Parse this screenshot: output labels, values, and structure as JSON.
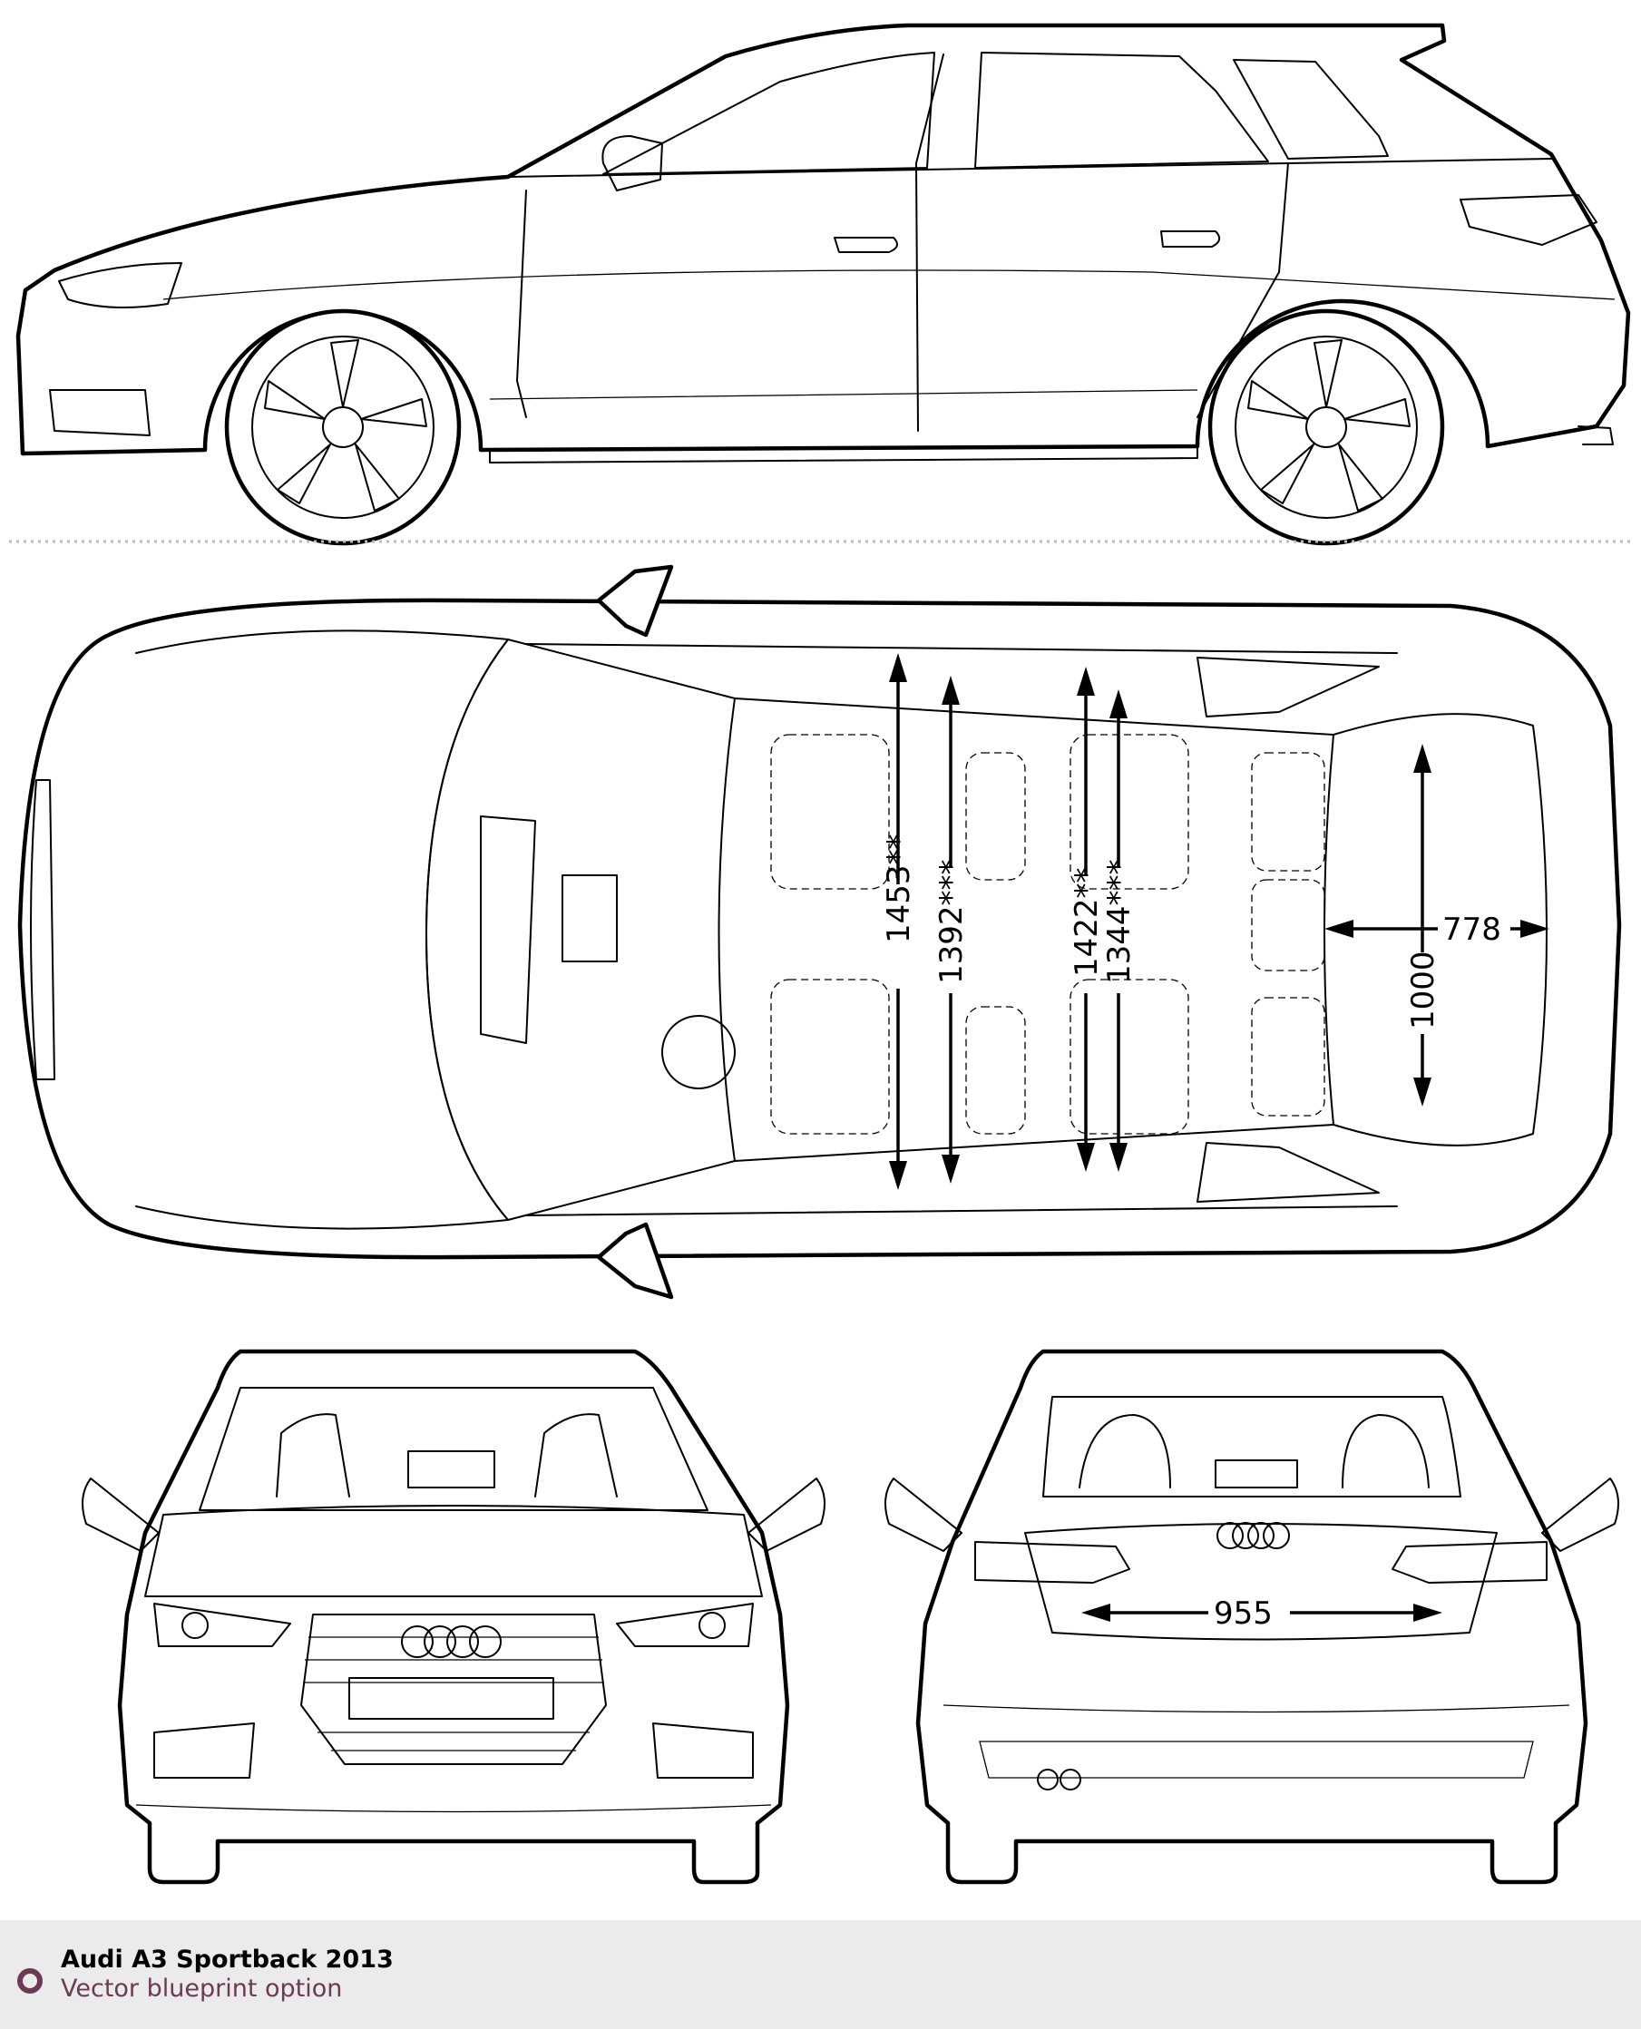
{
  "footer": {
    "title": "Audi A3 Sportback 2013",
    "subtitle": "Vector blueprint option",
    "accent_color": "#6b3a55",
    "icon": "ring-bullet-icon"
  },
  "dimensions": {
    "front_shoulder_width": "1453**",
    "front_hip_width": "1392***",
    "rear_shoulder_width": "1422**",
    "rear_hip_width": "1344***",
    "trunk_length": "778",
    "trunk_width": "1000",
    "tailgate_opening_width": "955"
  },
  "views": [
    "side-view",
    "top-view",
    "front-view",
    "rear-view"
  ]
}
